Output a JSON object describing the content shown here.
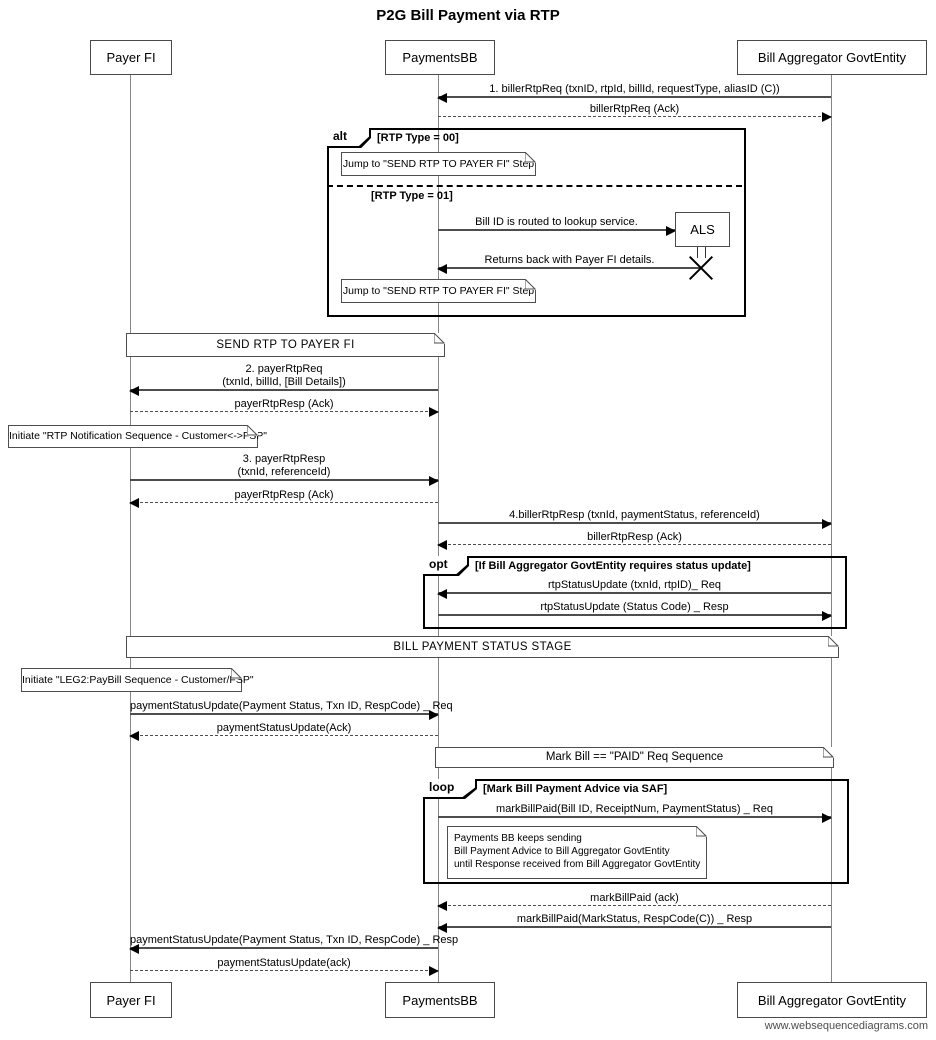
{
  "title": "P2G Bill Payment via RTP",
  "watermark": "www.websequencediagrams.com",
  "participants": {
    "payer_fi": "Payer FI",
    "payments_bb": "PaymentsBB",
    "bill_aggregator": "Bill Aggregator GovtEntity",
    "als": "ALS"
  },
  "fragments": {
    "alt": {
      "operator": "alt",
      "condition": "[RTP Type = 00]",
      "else_condition": "[RTP Type = 01]"
    },
    "opt": {
      "operator": "opt",
      "condition": "[If Bill Aggregator GovtEntity requires status update]"
    },
    "loop": {
      "operator": "loop",
      "condition": "[Mark Bill Payment Advice via SAF]"
    }
  },
  "bands": [
    {
      "label": "SEND RTP TO PAYER FI"
    },
    {
      "label": "BILL PAYMENT STATUS STAGE"
    },
    {
      "label": "Mark Bill == \"PAID\" Req Sequence"
    }
  ],
  "notes": [
    {
      "text": "Jump to \"SEND RTP TO PAYER FI\" Step"
    },
    {
      "text": "Jump to \"SEND RTP TO PAYER FI\" Step"
    },
    {
      "text": "Initiate \"RTP Notification Sequence - Customer<->FSP\""
    },
    {
      "text": "Initiate \"LEG2:PayBill Sequence - Customer/FSP\""
    },
    {
      "line1": "Payments BB keeps sending",
      "line2": "Bill Payment Advice to Bill Aggregator GovtEntity",
      "line3": "until Response received from Bill Aggregator GovtEntity"
    }
  ],
  "messages": [
    {
      "label": "1. billerRtpReq (txnID, rtpId, billId,  requestType, aliasID (C))",
      "from": "Bill Aggregator GovtEntity",
      "to": "PaymentsBB",
      "type": "solid"
    },
    {
      "label": "billerRtpReq (Ack)",
      "from": "PaymentsBB",
      "to": "Bill Aggregator GovtEntity",
      "type": "dashed"
    },
    {
      "label": "Bill ID is routed to lookup service.",
      "from": "PaymentsBB",
      "to": "ALS",
      "type": "solid"
    },
    {
      "label": "Returns back with Payer FI details.",
      "from": "ALS",
      "to": "PaymentsBB",
      "type": "solid"
    },
    {
      "label": "2. payerRtpReq",
      "sub": "(txnId, billId, [Bill Details])",
      "from": "PaymentsBB",
      "to": "Payer FI",
      "type": "solid"
    },
    {
      "label": "payerRtpResp (Ack)",
      "from": "Payer FI",
      "to": "PaymentsBB",
      "type": "dashed"
    },
    {
      "label": "3. payerRtpResp",
      "sub": "(txnId, referenceId)",
      "from": "Payer FI",
      "to": "PaymentsBB",
      "type": "solid"
    },
    {
      "label": "payerRtpResp (Ack)",
      "from": "PaymentsBB",
      "to": "Payer FI",
      "type": "dashed"
    },
    {
      "label": "4.billerRtpResp (txnId, paymentStatus, referenceId)",
      "from": "PaymentsBB",
      "to": "Bill Aggregator GovtEntity",
      "type": "solid"
    },
    {
      "label": "billerRtpResp (Ack)",
      "from": "Bill Aggregator GovtEntity",
      "to": "PaymentsBB",
      "type": "dashed"
    },
    {
      "label": "rtpStatusUpdate (txnId, rtpID)_ Req",
      "from": "Bill Aggregator GovtEntity",
      "to": "PaymentsBB",
      "type": "solid"
    },
    {
      "label": "rtpStatusUpdate (Status Code) _ Resp",
      "from": "PaymentsBB",
      "to": "Bill Aggregator GovtEntity",
      "type": "solid"
    },
    {
      "label": "paymentStatusUpdate(Payment Status, Txn ID, RespCode) _ Req",
      "from": "Payer FI",
      "to": "PaymentsBB",
      "type": "solid"
    },
    {
      "label": "paymentStatusUpdate(Ack)",
      "from": "PaymentsBB",
      "to": "Payer FI",
      "type": "dashed"
    },
    {
      "label": "markBillPaid(Bill ID, ReceiptNum, PaymentStatus) _ Req",
      "from": "PaymentsBB",
      "to": "Bill Aggregator GovtEntity",
      "type": "solid"
    },
    {
      "label": "markBillPaid (ack)",
      "from": "Bill Aggregator GovtEntity",
      "to": "PaymentsBB",
      "type": "dashed"
    },
    {
      "label": "markBillPaid(MarkStatus, RespCode(C)) _ Resp",
      "from": "Bill Aggregator GovtEntity",
      "to": "PaymentsBB",
      "type": "solid"
    },
    {
      "label": "paymentStatusUpdate(Payment Status, Txn ID, RespCode) _ Resp",
      "from": "PaymentsBB",
      "to": "Payer FI",
      "type": "solid"
    },
    {
      "label": "paymentStatusUpdate(ack)",
      "from": "Payer FI",
      "to": "PaymentsBB",
      "type": "dashed"
    }
  ]
}
